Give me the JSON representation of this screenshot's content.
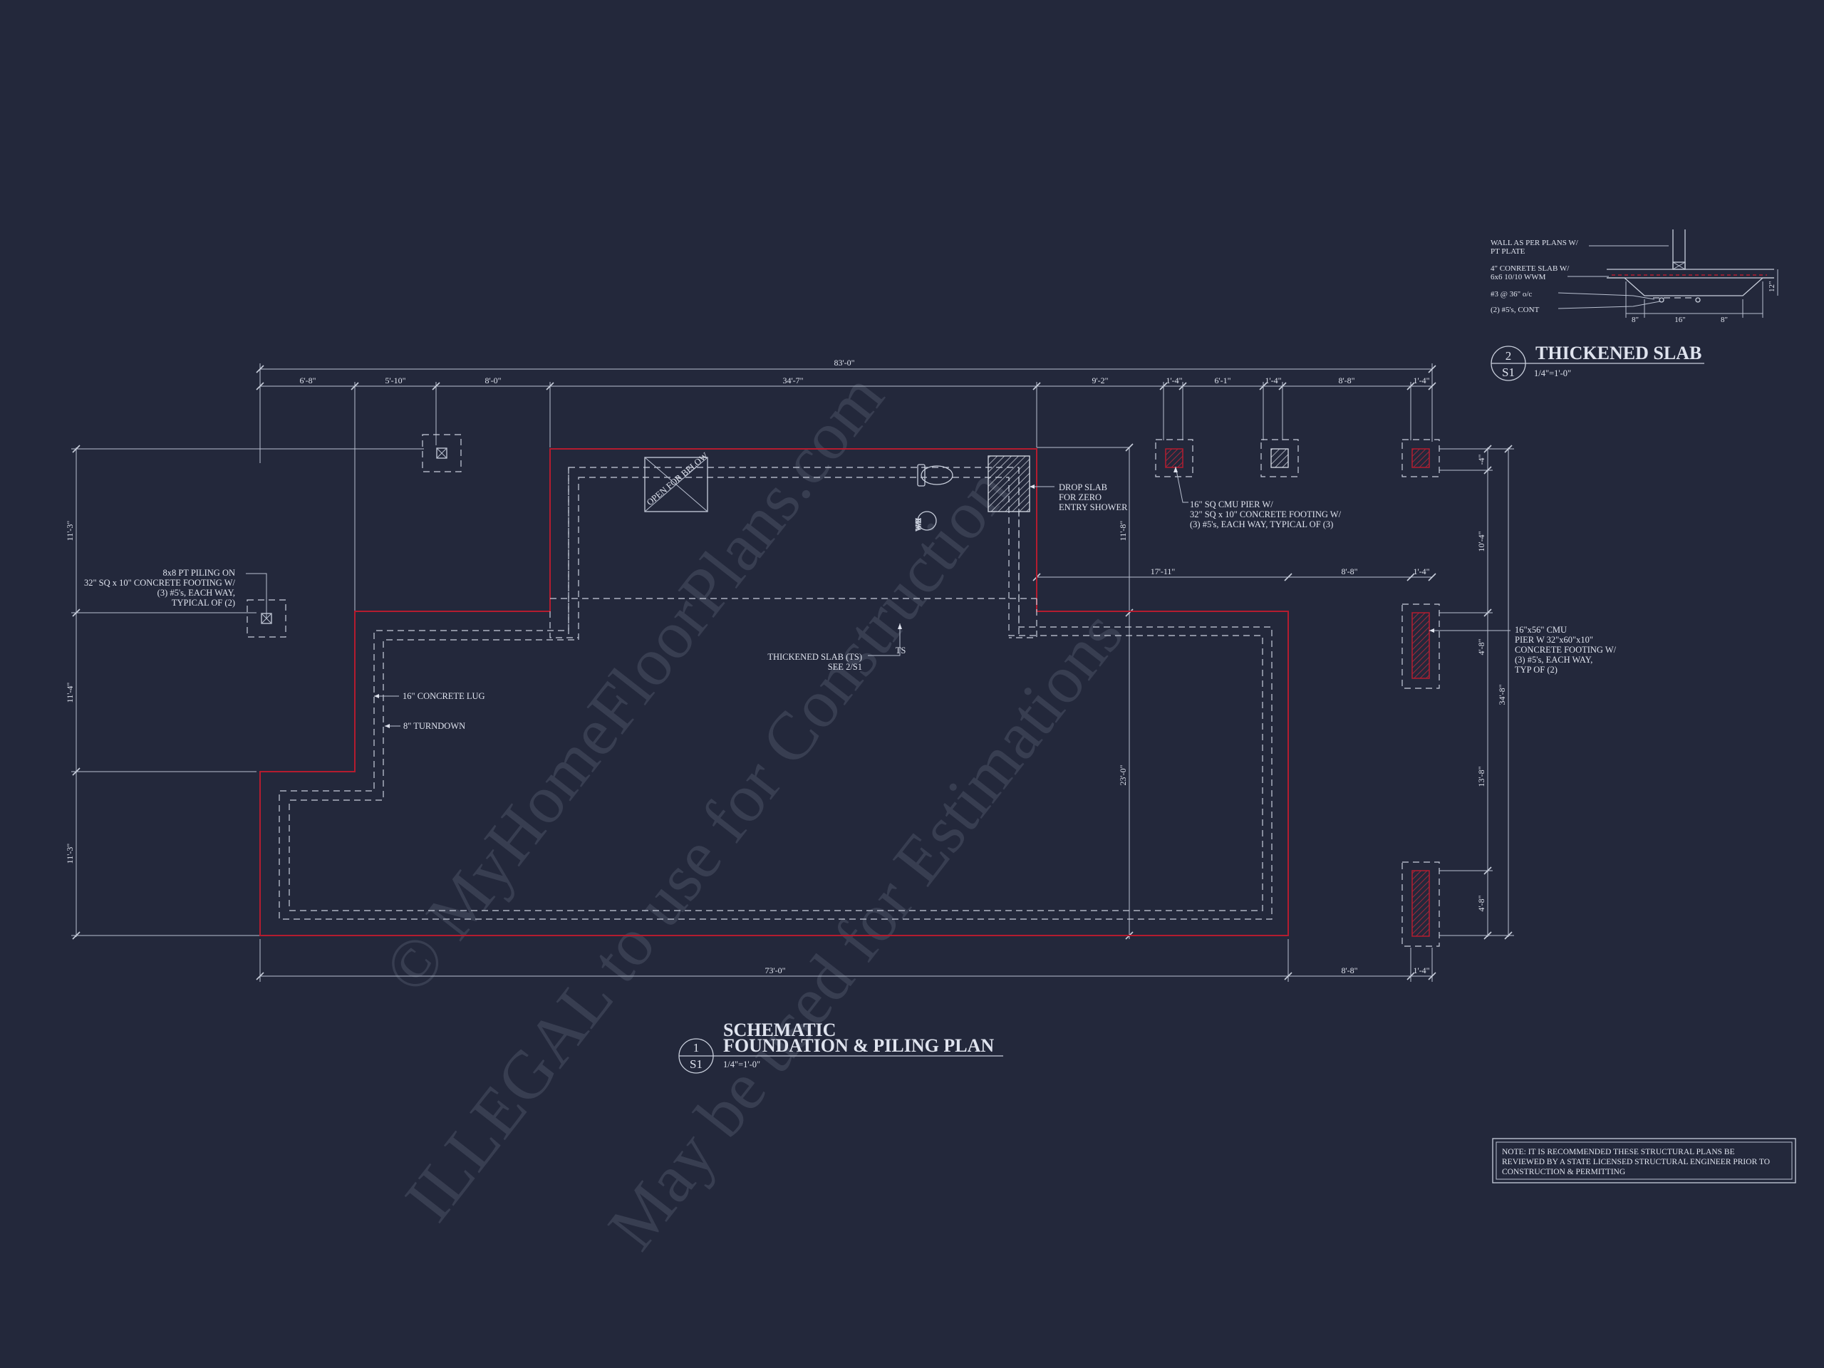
{
  "drawing": {
    "background": "#23283b",
    "line_color": "#c9cfdc",
    "slab_edge_color": "#b41c2f",
    "watermark": [
      "© MyHomeFloorPlans.com",
      "ILLEGAL to use for Construction",
      "May be used for Estimations"
    ]
  },
  "detail1": {
    "number": "1",
    "sheet": "S1",
    "title_line1": "SCHEMATIC",
    "title_line2": "FOUNDATION & PILING PLAN",
    "scale": "1/4\"=1'-0\""
  },
  "detail2": {
    "number": "2",
    "sheet": "S1",
    "title": "THICKENED SLAB",
    "scale": "1/4\"=1'-0\""
  },
  "slab_detail_notes": [
    "WALL AS PER PLANS W/",
    "PT PLATE",
    "4\" CONRETE SLAB W/",
    "6x6 10/10 WWM",
    "#3 @ 36\" o/c",
    "(2) #5's, CONT"
  ],
  "slab_detail_dims": [
    "8\"",
    "16\"",
    "8\"",
    "12\""
  ],
  "dims_top": [
    "83'-0\"",
    "6'-8\"",
    "5'-10\"",
    "8'-0\"",
    "34'-7\"",
    "9'-2\"",
    "1'-4\"",
    "6'-1\"",
    "1'-4\"",
    "8'-8\"",
    "1'-4\""
  ],
  "dims_bottom": [
    "73'-0\"",
    "8'-8\"",
    "1'-4\""
  ],
  "dims_left": [
    "11'-3\"",
    "11'-4\"",
    "11'-3\""
  ],
  "dims_right": [
    "-4\"",
    "10'-4\"",
    "4'-8\"",
    "13'-8\"",
    "4'-8\"",
    "34'-8\""
  ],
  "dims_interior": [
    "11'-8\"",
    "23'-0\"",
    "17'-11\"",
    "8'-8\"",
    "1'-4\""
  ],
  "notes": {
    "piling": [
      "8x8 PT PILING ON",
      "32\" SQ x 10\" CONCRETE FOOTING W/",
      "(3) #5's, EACH WAY,",
      "TYPICAL OF (2)"
    ],
    "drop_slab": [
      "DROP SLAB",
      "FOR ZERO",
      "ENTRY SHOWER"
    ],
    "cmu_pier": [
      "16\" SQ CMU PIER W/",
      "32\" SQ x 10\" CONCRETE FOOTING W/",
      "(3) #5's, EACH WAY, TYPICAL OF (3)"
    ],
    "cmu_pier_56": [
      "16\"x56\" CMU",
      "PIER W 32\"x60\"x10\"",
      "CONCRETE FOOTING W/",
      "(3) #5's, EACH WAY,",
      "TYP OF (2)"
    ],
    "thickened": [
      "THICKENED SLAB (TS)",
      "SEE 2/S1"
    ],
    "ts_tag": "TS",
    "lug": "16\" CONCRETE LUG",
    "turndown": "8\" TURNDOWN",
    "open_below": "OPEN FOR BELOW",
    "wh": "W/H",
    "structural": [
      "NOTE: IT IS RECOMMENDED THESE STRUCTURAL PLANS BE",
      "REVIEWED BY A STATE LICENSED STRUCTURAL ENGINEER PRIOR TO",
      "CONSTRUCTION & PERMITTING"
    ]
  }
}
